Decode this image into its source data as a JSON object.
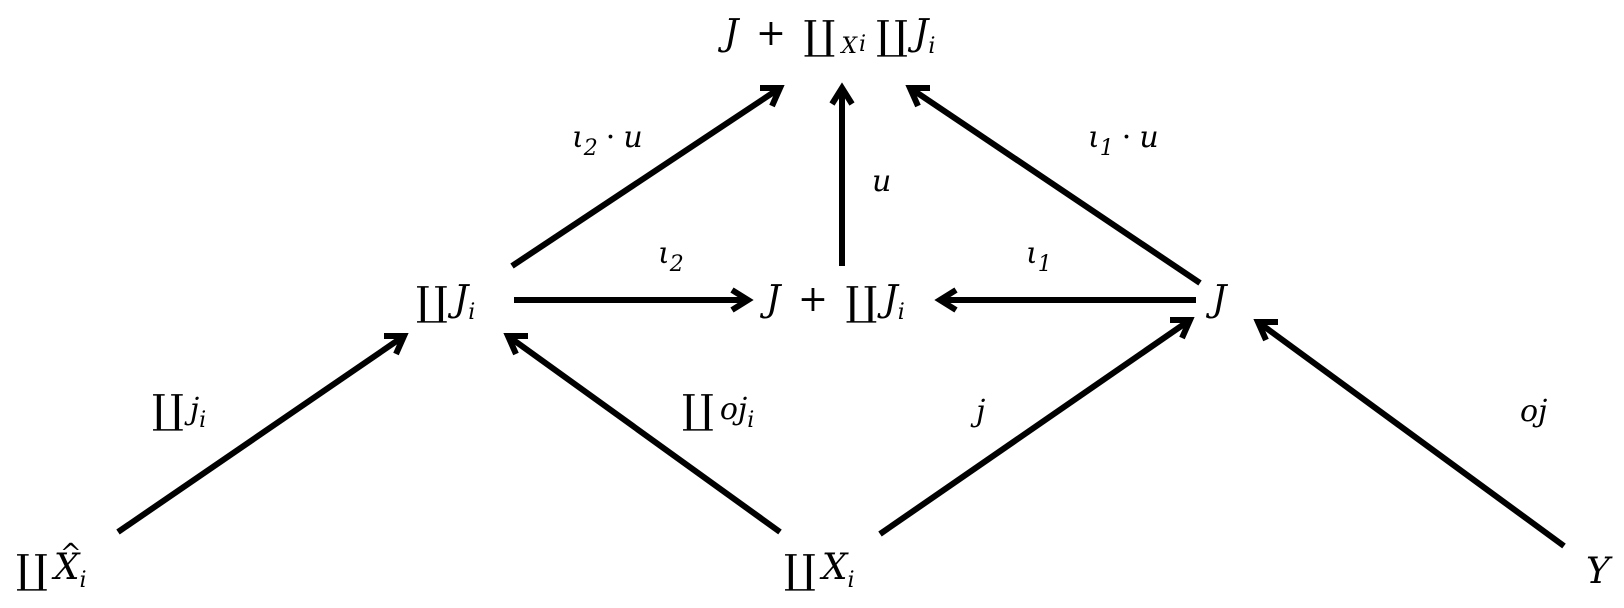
{
  "diagram": {
    "nodes": {
      "top": {
        "pre": "J",
        "plus": "+",
        "coprod": "∐",
        "sub": "X",
        "subsub": "i",
        "coprod2": "∐",
        "var": "J",
        "idx": "i"
      },
      "left_mid": {
        "coprod": "∐",
        "var": "J",
        "idx": "i"
      },
      "center_mid": {
        "pre": "J",
        "plus": "+",
        "coprod": "∐",
        "var": "J",
        "idx": "i"
      },
      "right_mid": {
        "var": "J"
      },
      "bottom_left": {
        "coprod": "∐",
        "var": "X",
        "idx": "i"
      },
      "bottom_center": {
        "coprod": "∐",
        "var": "X",
        "idx": "i"
      },
      "bottom_right": {
        "var": "Y"
      }
    },
    "labels": {
      "iota2_u": {
        "var": "ι",
        "idx": "2",
        "dot": "·",
        "var2": "u"
      },
      "iota1_u": {
        "var": "ι",
        "idx": "1",
        "dot": "·",
        "var2": "u"
      },
      "u": {
        "var": "u"
      },
      "iota2": {
        "var": "ι",
        "idx": "2"
      },
      "iota1": {
        "var": "ι",
        "idx": "1"
      },
      "coprod_j": {
        "coprod": "∐",
        "var": "j",
        "idx": "i"
      },
      "coprod_oj": {
        "coprod": "∐",
        "var": "oj",
        "idx": "i"
      },
      "j": {
        "var": "j"
      },
      "oj": {
        "var": "oj"
      }
    },
    "edges": [
      {
        "from": "left_mid",
        "to": "top",
        "label": "iota2_u"
      },
      {
        "from": "center_mid",
        "to": "top",
        "label": "u"
      },
      {
        "from": "right_mid",
        "to": "top",
        "label": "iota1_u"
      },
      {
        "from": "left_mid",
        "to": "center_mid",
        "label": "iota2"
      },
      {
        "from": "right_mid",
        "to": "center_mid",
        "label": "iota1"
      },
      {
        "from": "bottom_left",
        "to": "left_mid",
        "label": "coprod_j"
      },
      {
        "from": "bottom_center",
        "to": "left_mid",
        "label": "coprod_oj"
      },
      {
        "from": "bottom_center",
        "to": "right_mid",
        "label": "j"
      },
      {
        "from": "bottom_right",
        "to": "right_mid",
        "label": "oj"
      }
    ],
    "colors": {
      "stroke": "#000000",
      "background": "#ffffff"
    }
  }
}
